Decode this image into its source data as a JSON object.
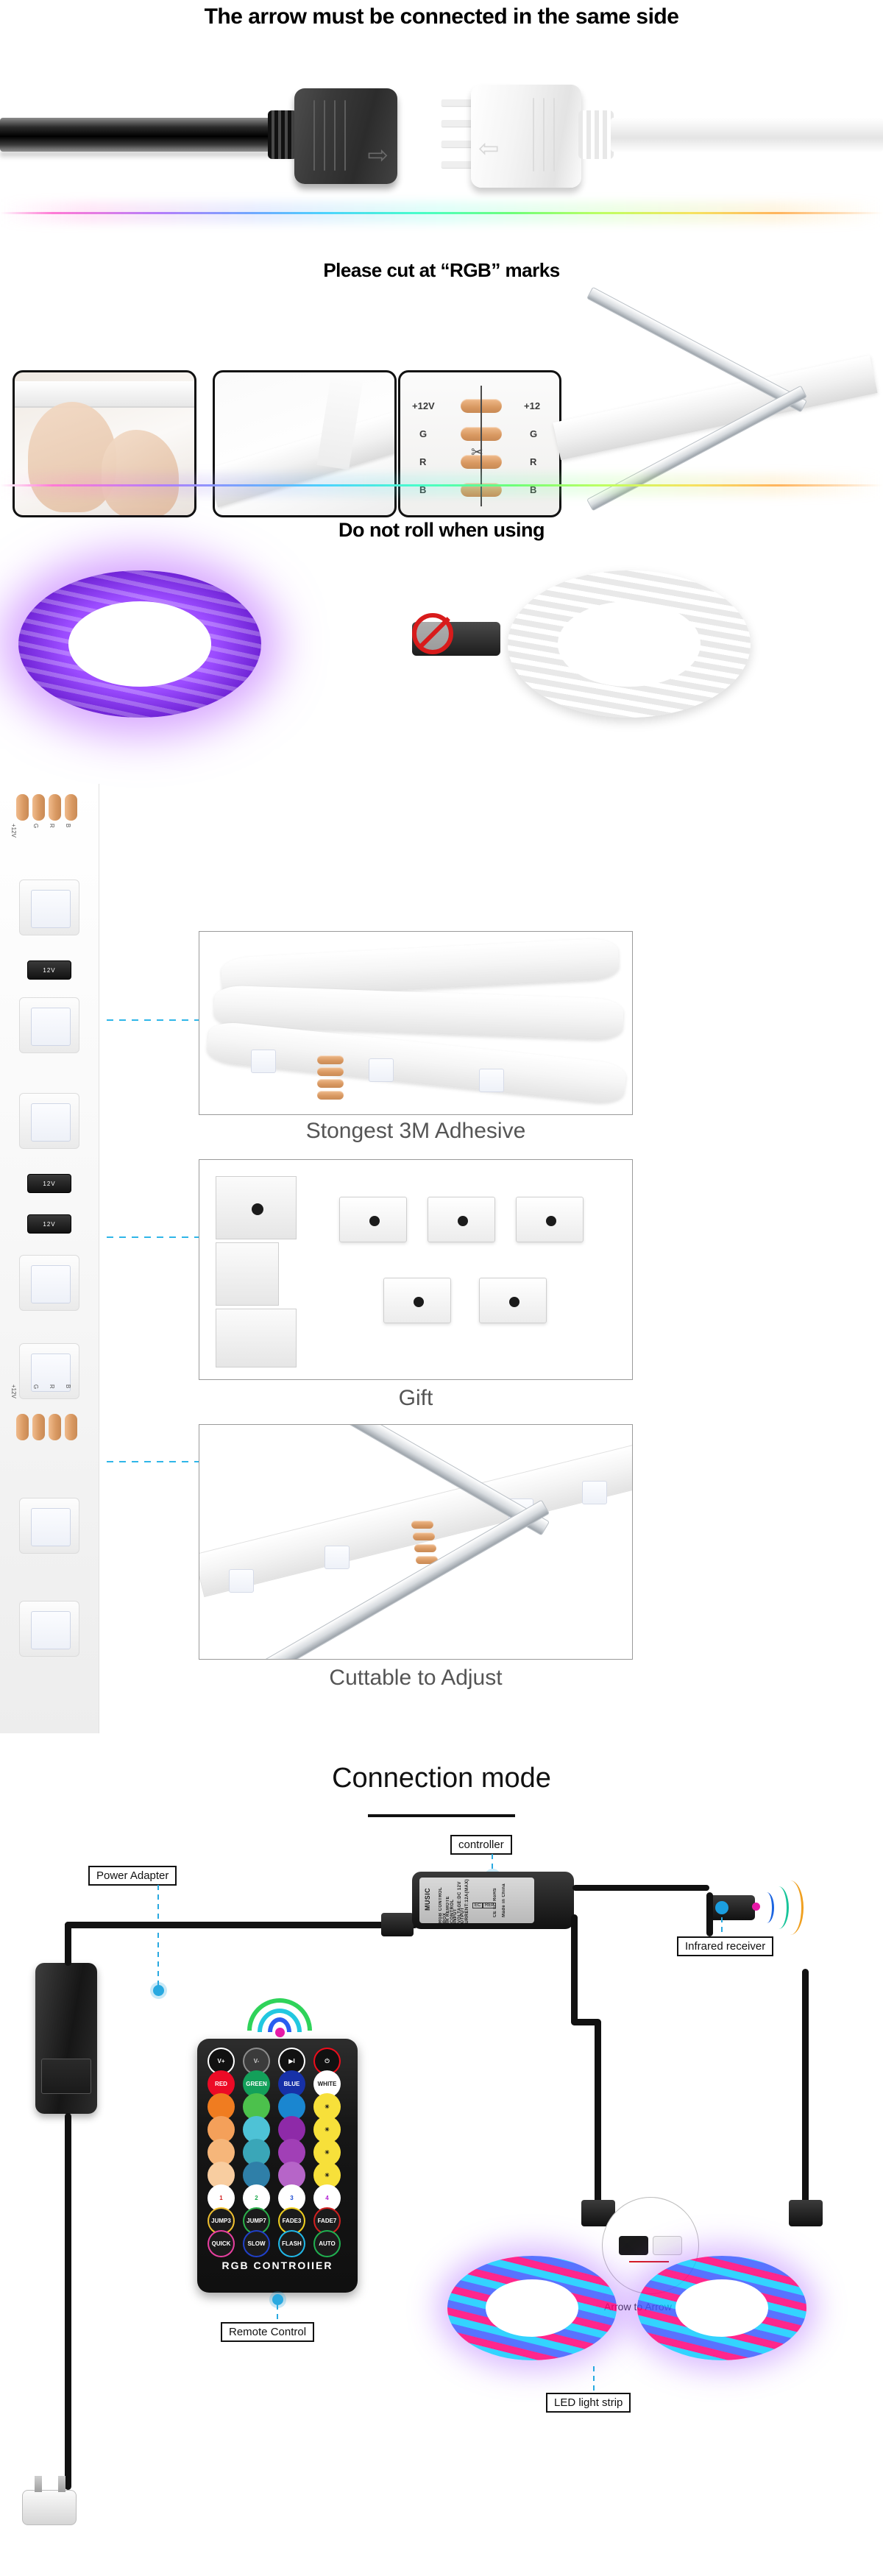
{
  "sections": {
    "connector": {
      "heading": "The arrow must be connected in the same side",
      "black_arrow_glyph": "⇨",
      "white_arrow_glyph": "⇦"
    },
    "cut": {
      "heading": "Please cut at  “RGB”  marks",
      "pad_labels_left": [
        "+12V",
        "G",
        "R",
        "B"
      ],
      "pad_labels_right": [
        "+12",
        "G",
        "R",
        "B"
      ],
      "scissors_glyph": "✂"
    },
    "noroll": {
      "heading": "Do not roll when using"
    },
    "features": {
      "items": [
        {
          "caption": "Stongest 3M Adhesive"
        },
        {
          "caption": "Gift"
        },
        {
          "caption": "Cuttable to Adjust"
        }
      ],
      "strip_pad_labels": [
        "+12V",
        "G",
        "R",
        "B"
      ],
      "strip_chip_text": "12V"
    },
    "connection": {
      "title": "Connection mode",
      "labels": {
        "power_adapter": "Power Adapter",
        "controller": "controller",
        "infrared_receiver": "Infrared receiver",
        "remote_control": "Remote Control",
        "led_light_strip": "LED light strip",
        "arrow_to_arrow": "Arrow to Arrow"
      },
      "controller_face_text": [
        "MUSIC",
        "RGB CONTROL BOX",
        "IR REMOTE CONTROL",
        "INPUT VOLTAGE:DC 12V",
        "OUTPUT CURRENT:12A(MAX)",
        "CE FC RoHS",
        "Made in China",
        "EC",
        "REP"
      ],
      "remote": {
        "brand": "RGB CONTROIIER",
        "rows": [
          {
            "keys": [
              {
                "label": "V+",
                "color": "#111111",
                "ring": "#ffffff",
                "text": "#ffffff"
              },
              {
                "label": "V-",
                "color": "#3b3b3b",
                "ring": "#8c8c8c",
                "text": "#cfcfcf"
              },
              {
                "label": "▶I",
                "color": "#111111",
                "ring": "#ffffff",
                "text": "#ffffff"
              },
              {
                "label": "⏻",
                "color": "#111111",
                "ring": "#ee0d1c",
                "text": "#ffffff"
              }
            ]
          },
          {
            "keys": [
              {
                "label": "RED",
                "color": "#ec0b26",
                "ring": "#ec0b26",
                "text": "#ffffff"
              },
              {
                "label": "GREEN",
                "color": "#13a05a",
                "ring": "#13a05a",
                "text": "#ffffff"
              },
              {
                "label": "BLUE",
                "color": "#1731a8",
                "ring": "#1731a8",
                "text": "#ffffff"
              },
              {
                "label": "WHITE",
                "color": "#ffffff",
                "ring": "#ffffff",
                "text": "#1a1a1a"
              }
            ]
          },
          {
            "keys": [
              {
                "label": "",
                "color": "#f07c20",
                "ring": "#f07c20",
                "text": "#ffffff"
              },
              {
                "label": "",
                "color": "#4cc14c",
                "ring": "#4cc14c",
                "text": "#ffffff"
              },
              {
                "label": "",
                "color": "#1a86d0",
                "ring": "#1a86d0",
                "text": "#ffffff"
              },
              {
                "label": "☀",
                "color": "#f7e03a",
                "ring": "#f7e03a",
                "text": "#1a1a1a"
              }
            ]
          },
          {
            "keys": [
              {
                "label": "",
                "color": "#f4a05a",
                "ring": "#f4a05a",
                "text": "#ffffff"
              },
              {
                "label": "",
                "color": "#4ec2d6",
                "ring": "#4ec2d6",
                "text": "#ffffff"
              },
              {
                "label": "",
                "color": "#8e2aa8",
                "ring": "#8e2aa8",
                "text": "#ffffff"
              },
              {
                "label": "☀",
                "color": "#f7e03a",
                "ring": "#f7e03a",
                "text": "#1a1a1a"
              }
            ]
          },
          {
            "keys": [
              {
                "label": "",
                "color": "#f6b67a",
                "ring": "#f6b67a",
                "text": "#ffffff"
              },
              {
                "label": "",
                "color": "#3aa6b8",
                "ring": "#3aa6b8",
                "text": "#ffffff"
              },
              {
                "label": "",
                "color": "#a13fb6",
                "ring": "#a13fb6",
                "text": "#ffffff"
              },
              {
                "label": "☀",
                "color": "#f7e03a",
                "ring": "#f7e03a",
                "text": "#1a1a1a"
              }
            ]
          },
          {
            "keys": [
              {
                "label": "",
                "color": "#f8cda0",
                "ring": "#f8cda0",
                "text": "#ffffff"
              },
              {
                "label": "",
                "color": "#2f7fa8",
                "ring": "#2f7fa8",
                "text": "#ffffff"
              },
              {
                "label": "",
                "color": "#b665c8",
                "ring": "#b665c8",
                "text": "#ffffff"
              },
              {
                "label": "☀",
                "color": "#f7e03a",
                "ring": "#f7e03a",
                "text": "#1a1a1a"
              }
            ]
          },
          {
            "keys": [
              {
                "label": "1",
                "color": "#ffffff",
                "ring": "#ffffff",
                "text": "#d21a1a"
              },
              {
                "label": "2",
                "color": "#ffffff",
                "ring": "#ffffff",
                "text": "#1aa84a"
              },
              {
                "label": "3",
                "color": "#ffffff",
                "ring": "#ffffff",
                "text": "#1a4ad2"
              },
              {
                "label": "4",
                "color": "#ffffff",
                "ring": "#ffffff",
                "text": "#b01ad2"
              }
            ]
          },
          {
            "keys": [
              {
                "label": "JUMP3",
                "color": "#1b1b1b",
                "ring": "#f0c030",
                "text": "#ffffff"
              },
              {
                "label": "JUMP7",
                "color": "#1b1b1b",
                "ring": "#2bb04a",
                "text": "#ffffff"
              },
              {
                "label": "FADE3",
                "color": "#1b1b1b",
                "ring": "#f0d020",
                "text": "#ffffff"
              },
              {
                "label": "FADE7",
                "color": "#1b1b1b",
                "ring": "#d02020",
                "text": "#ffffff"
              }
            ]
          },
          {
            "keys": [
              {
                "label": "QUICK",
                "color": "#1b1b1b",
                "ring": "#e83fa0",
                "text": "#ffffff"
              },
              {
                "label": "SLOW",
                "color": "#1b1b1b",
                "ring": "#2040c8",
                "text": "#ffffff"
              },
              {
                "label": "FLASH",
                "color": "#1b1b1b",
                "ring": "#20b8e8",
                "text": "#ffffff"
              },
              {
                "label": "AUTO",
                "color": "#1b1b1b",
                "ring": "#20b050",
                "text": "#ffffff"
              }
            ]
          }
        ]
      }
    }
  },
  "colors": {
    "accent_blue": "#29a9e0",
    "copper": "#d89861",
    "caption_gray": "#555555",
    "red": "#ec0b26",
    "green": "#13a05a",
    "blue": "#1731a8"
  }
}
